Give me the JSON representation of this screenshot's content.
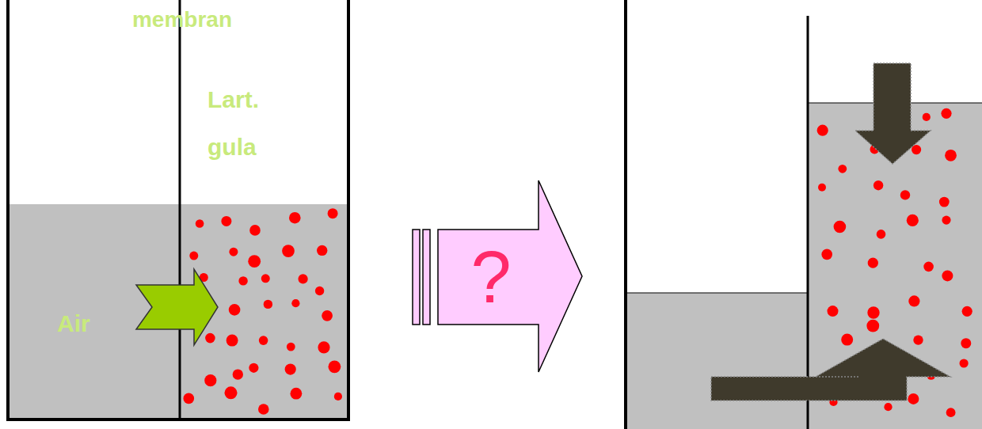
{
  "diagram": {
    "nodes": [
      {
        "text": [
          "Air"
        ]
      },
      {
        "text": [
          "?"
        ]
      }
    ],
    "labels": [
      "membran",
      "Lart. gula"
    ]
  }
}
